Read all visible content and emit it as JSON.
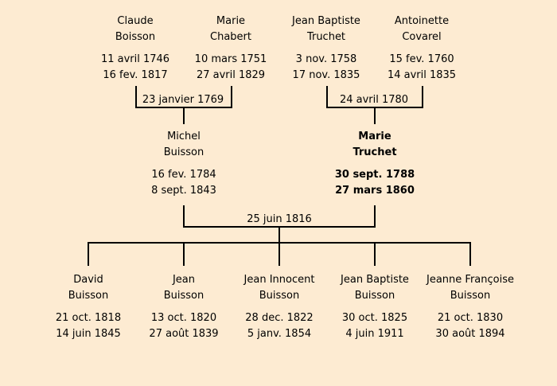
{
  "colors": {
    "background": "#fdebd2",
    "line": "#000000"
  },
  "grandparents": [
    {
      "first": "Claude",
      "last": "Boisson",
      "birth": "11 avril 1746",
      "death": "16 fev. 1817"
    },
    {
      "first": "Marie",
      "last": "Chabert",
      "birth": "10 mars 1751",
      "death": "27 avril 1829"
    },
    {
      "first": "Jean Baptiste",
      "last": "Truchet",
      "birth": "3 nov. 1758",
      "death": "17 nov. 1835"
    },
    {
      "first": "Antoinette",
      "last": "Covarel",
      "birth": "15 fev. 1760",
      "death": "14 avril 1835"
    }
  ],
  "marriages": {
    "paternal": "23 janvier 1769",
    "maternal": "24 avril 1780",
    "parents": "25 juin 1816"
  },
  "parents": [
    {
      "first": "Michel",
      "last": "Buisson",
      "birth": "16 fev. 1784",
      "death": "8 sept. 1843"
    },
    {
      "first": "Marie",
      "last": "Truchet",
      "birth": "30 sept. 1788",
      "death": "27 mars 1860"
    }
  ],
  "children": [
    {
      "first": "David",
      "last": "Buisson",
      "birth": "21 oct. 1818",
      "death": "14 juin 1845"
    },
    {
      "first": "Jean",
      "last": "Buisson",
      "birth": "13 oct. 1820",
      "death": "27 août 1839"
    },
    {
      "first": "Jean Innocent",
      "last": "Buisson",
      "birth": "28 dec. 1822",
      "death": "5 janv. 1854"
    },
    {
      "first": "Jean Baptiste",
      "last": "Buisson",
      "birth": "30 oct. 1825",
      "death": "4 juin 1911"
    },
    {
      "first": "Jeanne Françoise",
      "last": "Buisson",
      "birth": "21 oct. 1830",
      "death": "30 août 1894"
    }
  ]
}
